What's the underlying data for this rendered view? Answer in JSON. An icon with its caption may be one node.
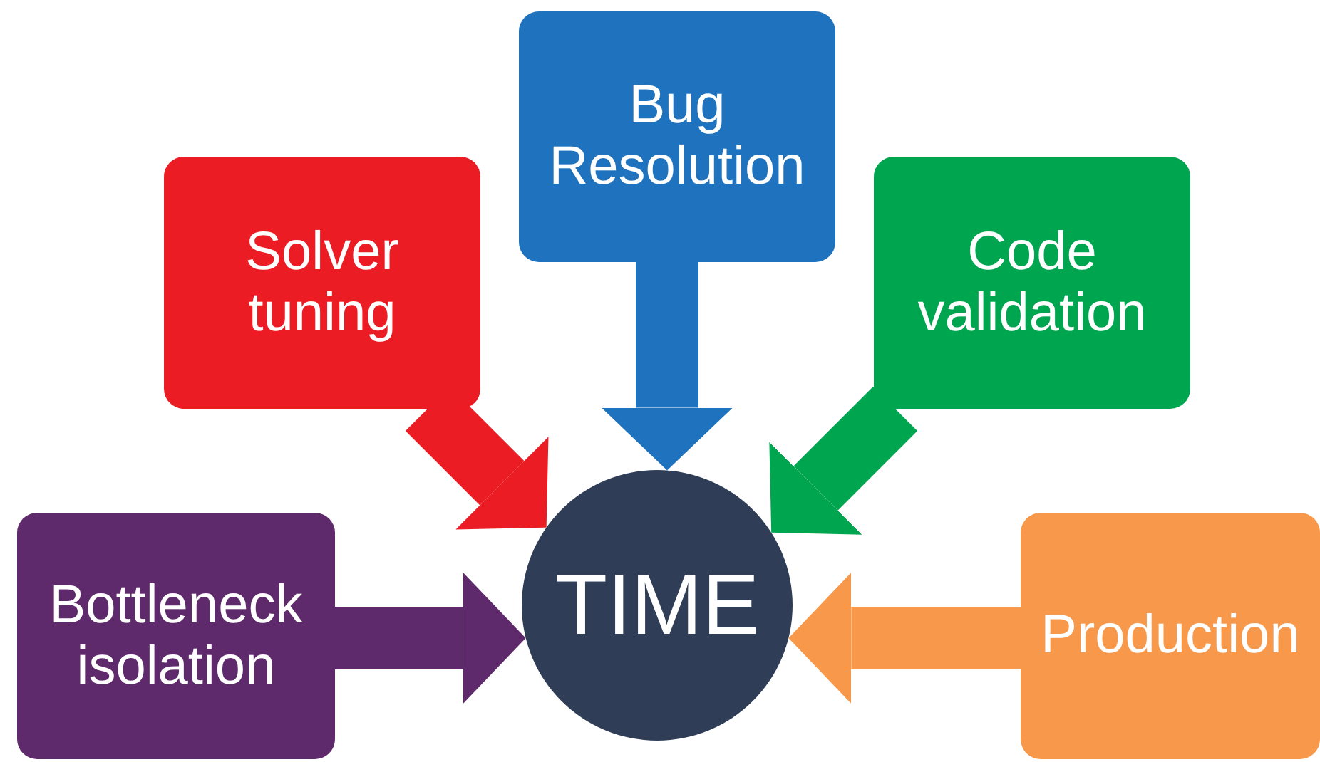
{
  "diagram": {
    "nodes": [
      {
        "text": [
          "Bug Resolution"
        ]
      },
      {
        "text": [
          "Solver tuning"
        ]
      },
      {
        "text": [
          "Code validation"
        ]
      },
      {
        "text": [
          "Bottleneck isolation"
        ]
      },
      {
        "text": [
          "TIME"
        ]
      },
      {
        "text": [
          "Production"
        ]
      }
    ],
    "edges": [
      {
        "from": 0,
        "to": 4,
        "arrow": "to",
        "color": "#1f72bd"
      },
      {
        "from": 1,
        "to": 4,
        "arrow": "to",
        "color": "#ec1c24"
      },
      {
        "from": 2,
        "to": 4,
        "arrow": "to",
        "color": "#00a54f"
      },
      {
        "from": 3,
        "to": 4,
        "arrow": "to",
        "color": "#5e2a6b"
      },
      {
        "from": 5,
        "to": 4,
        "arrow": "to",
        "color": "#f7984a"
      }
    ]
  }
}
